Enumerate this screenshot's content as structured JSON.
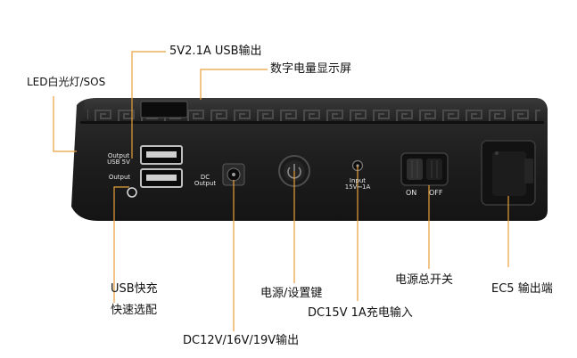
{
  "callouts": {
    "led_light": "LED白光灯/SOS",
    "usb_out_top": "5V2.1A USB输出",
    "display": "数字电量显示屏",
    "usb_quick_line1": "USB快充",
    "usb_quick_line2": "快速选配",
    "power_set_key": "电源/设置键",
    "dc_input": "DC15V 1A充电输入",
    "main_switch": "电源总开关",
    "ec5_out": "EC5 输出端",
    "dc_out": "DC12V/16V/19V输出"
  },
  "device_labels": {
    "output_usb_line1": "Output",
    "output_usb_line2": "USB 5V",
    "output_quick": "Output",
    "dc_output_line1": "DC",
    "dc_output_line2": "Output",
    "input_line1": "Input",
    "input_line2": "15V⎓1A",
    "switch_on": "ON",
    "switch_off": "OFF"
  },
  "colors": {
    "body": "#1f1f1f",
    "leader_line": "#e8a13a",
    "panel_text": "#e8e8e8"
  }
}
